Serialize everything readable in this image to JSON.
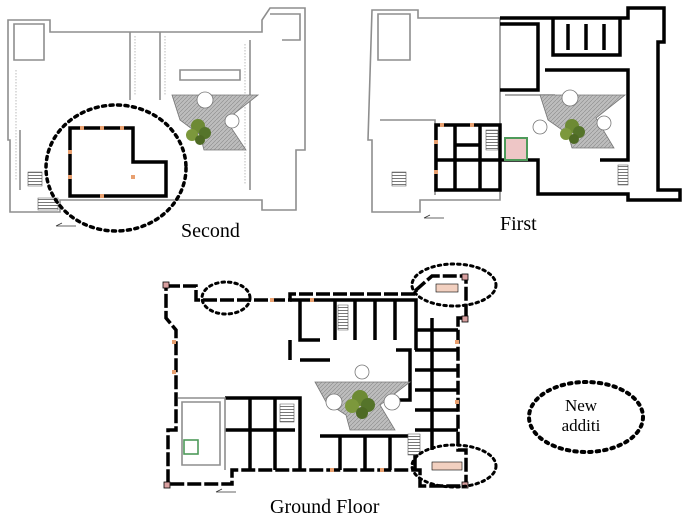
{
  "plans": {
    "second": {
      "title": "Second"
    },
    "first": {
      "title": "First"
    },
    "ground": {
      "title": "Ground Floor"
    }
  },
  "legend": {
    "text": "New additi"
  },
  "colors": {
    "new_wall": "#000000",
    "old_wall": "#9a9a9a",
    "courtyard_fill": "#c8c8c8",
    "tree": "#5d7a2a",
    "door_mark": "#e8a070",
    "stair_green": "#4e9a5a"
  }
}
